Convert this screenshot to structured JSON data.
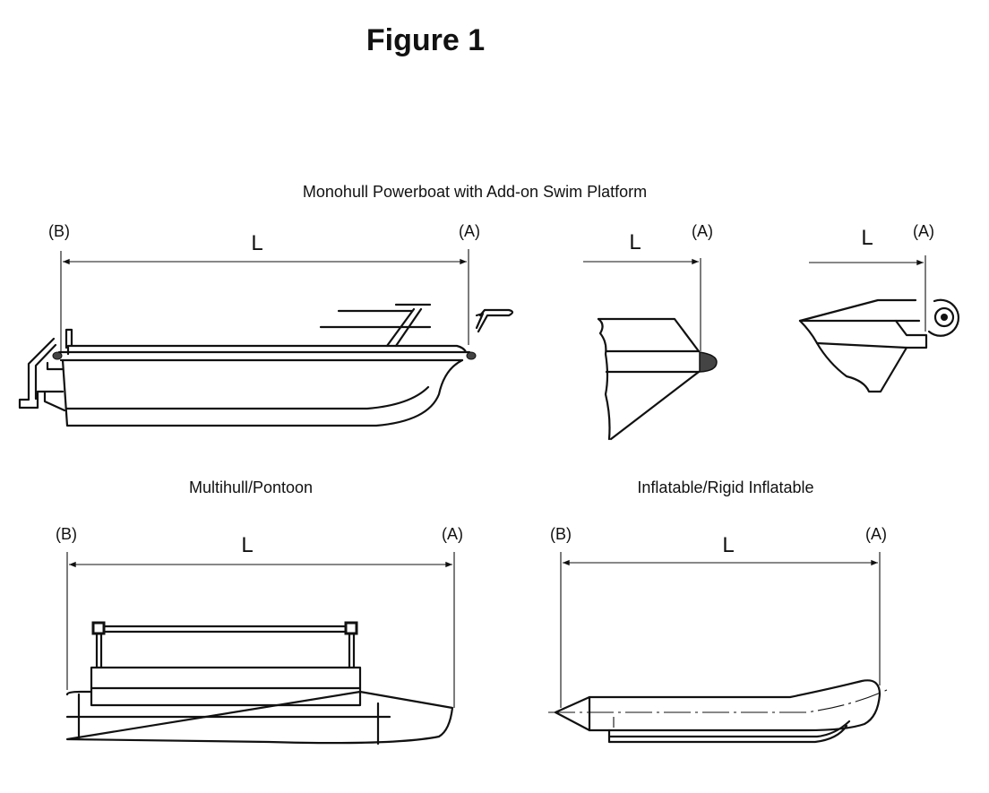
{
  "title": "Figure 1",
  "sections": {
    "monohull": {
      "title": "Monohull Powerboat with Add-on Swim Platform",
      "stern_label": "(B)",
      "bow_label": "(A)",
      "length_label": "L"
    },
    "bow_detail_1": {
      "bow_label": "(A)",
      "length_label": "L"
    },
    "bow_detail_2": {
      "bow_label": "(A)",
      "length_label": "L"
    },
    "pontoon": {
      "title": "Multihull/Pontoon",
      "stern_label": "(B)",
      "bow_label": "(A)",
      "length_label": "L"
    },
    "inflatable": {
      "title": "Inflatable/Rigid Inflatable",
      "stern_label": "(B)",
      "bow_label": "(A)",
      "length_label": "L"
    }
  },
  "colors": {
    "ink": "#111111",
    "fender": "#444444",
    "background": "#ffffff"
  }
}
